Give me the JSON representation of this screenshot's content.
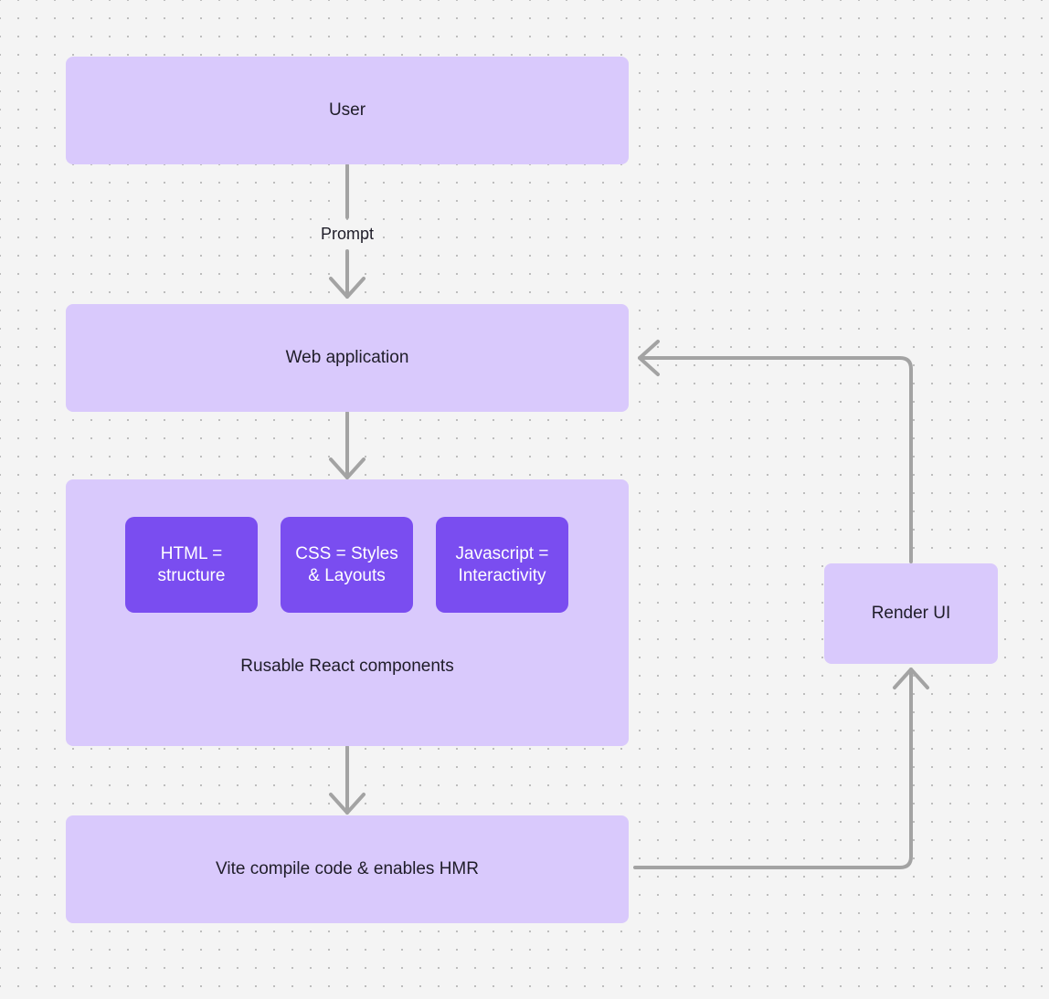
{
  "diagram": {
    "background_color": "#f4f4f4",
    "dot_color": "#bdbdbd",
    "node_fill": "#d9c9fc",
    "node_inner_fill": "#7a4df0",
    "edge_color": "#a3a3a3",
    "text_color": "#1f1d29"
  },
  "nodes": {
    "user": {
      "label": "User"
    },
    "web_application": {
      "label": "Web application"
    },
    "components_group": {
      "label": "Rusable React components"
    },
    "html_box": {
      "label": "HTML = structure"
    },
    "css_box": {
      "label": "CSS = Styles & Layouts"
    },
    "js_box": {
      "label": "Javascript = Interactivity"
    },
    "vite": {
      "label": "Vite compile code & enables HMR"
    },
    "render_ui": {
      "label": "Render UI"
    }
  },
  "edges": {
    "user_to_web": {
      "label": "Prompt"
    },
    "web_to_components": {
      "label": ""
    },
    "components_to_vite": {
      "label": ""
    },
    "vite_to_render": {
      "label": ""
    },
    "render_to_web": {
      "label": ""
    }
  }
}
